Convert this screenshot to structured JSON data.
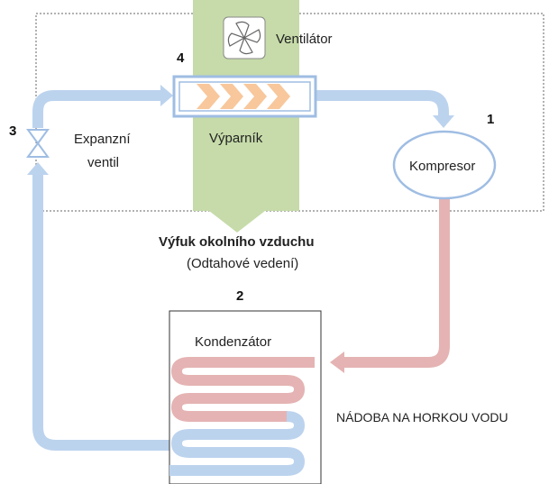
{
  "diagram": {
    "labels": {
      "fan": "Ventilátor",
      "evaporator": "Výparník",
      "expansion_valve_line1": "Expanzní",
      "expansion_valve_line2": "ventil",
      "compressor": "Kompresor",
      "exhaust_title": "Výfuk okolního vzduchu",
      "exhaust_subtitle": "(Odtahové vedení)",
      "condenser": "Kondenzátor",
      "tank": "NÁDOBA NA HORKOU VODU"
    },
    "numbers": {
      "compressor": "1",
      "condenser": "2",
      "expansion_valve": "3",
      "evaporator": "4"
    },
    "colors": {
      "cold_pipe": "#bcd3ee",
      "hot_pipe": "#e5b3b3",
      "air_duct": "#c6dba9",
      "evaporator_chevrons": "#f8c79b",
      "outline_blue": "#9fbde3"
    }
  }
}
